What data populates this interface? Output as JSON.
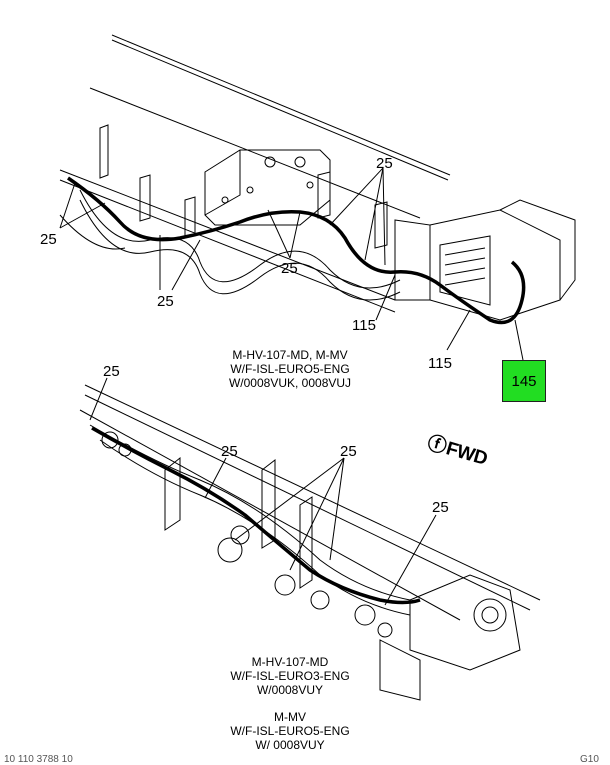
{
  "colors": {
    "highlight": "#22dd22",
    "line": "#000000"
  },
  "callouts": {
    "top": [
      "25",
      "25",
      "25",
      "25",
      "115",
      "115"
    ],
    "bottom": [
      "25",
      "25",
      "25",
      "25"
    ]
  },
  "highlighted_part": "145",
  "fwd_label": "FWD",
  "fwd_icon": "circle-arrow-icon",
  "captions": {
    "top": [
      "M-HV-107-MD, M-MV",
      "W/F-ISL-EURO5-ENG",
      "W/0008VUK, 0008VUJ"
    ],
    "bottom1": [
      "M-HV-107-MD",
      "W/F-ISL-EURO3-ENG",
      "W/0008VUY"
    ],
    "bottom2": [
      "M-MV",
      "W/F-ISL-EURO5-ENG",
      "W/ 0008VUY"
    ]
  },
  "footer": {
    "left": "10 110 3788 10",
    "right": "G10"
  }
}
